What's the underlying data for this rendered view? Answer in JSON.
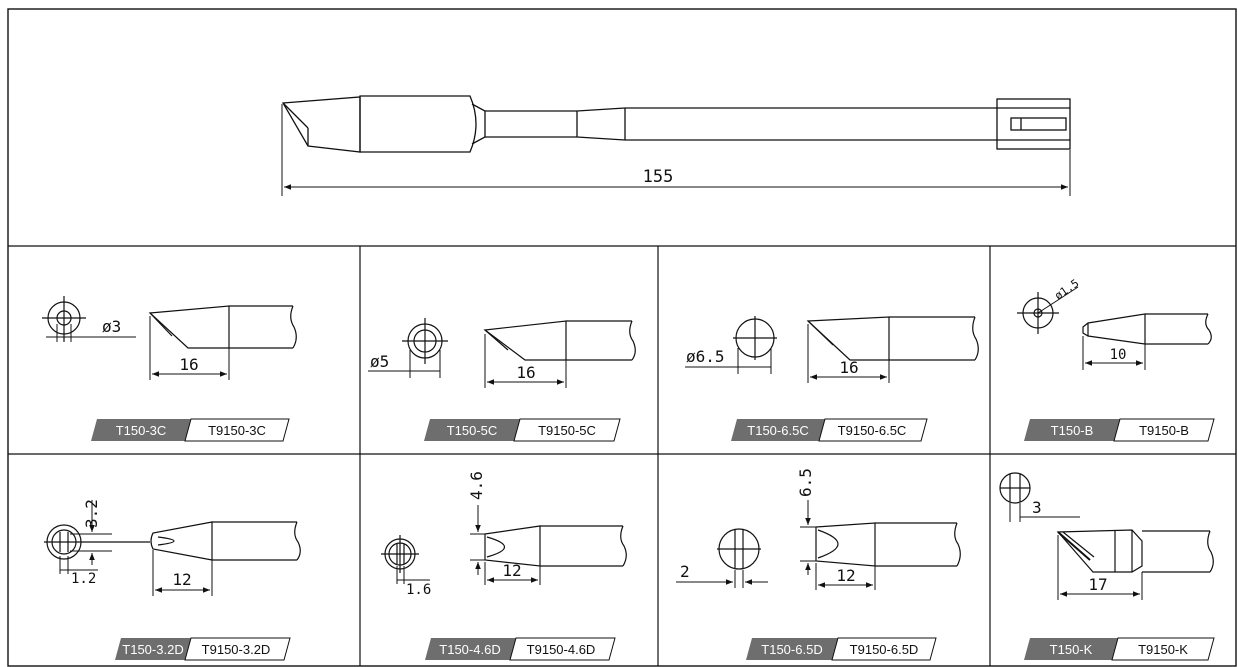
{
  "overall": {
    "length_label": "155"
  },
  "tips": [
    {
      "name_a": "T150-3C",
      "name_b": "T9150-3C",
      "dim_main": "16",
      "dim_detail": "ø3"
    },
    {
      "name_a": "T150-5C",
      "name_b": "T9150-5C",
      "dim_main": "16",
      "dim_detail": "ø5"
    },
    {
      "name_a": "T150-6.5C",
      "name_b": "T9150-6.5C",
      "dim_main": "16",
      "dim_detail": "ø6.5"
    },
    {
      "name_a": "T150-B",
      "name_b": "T9150-B",
      "dim_main": "10",
      "dim_detail": "ø1.5"
    },
    {
      "name_a": "T150-3.2D",
      "name_b": "T9150-3.2D",
      "dim_main": "12",
      "dim_detail": "3.2",
      "dim_detail2": "1.2"
    },
    {
      "name_a": "T150-4.6D",
      "name_b": "T9150-4.6D",
      "dim_main": "12",
      "dim_detail": "4.6",
      "dim_detail2": "1.6"
    },
    {
      "name_a": "T150-6.5D",
      "name_b": "T9150-6.5D",
      "dim_main": "12",
      "dim_detail": "6.5",
      "dim_detail2": "2"
    },
    {
      "name_a": "T150-K",
      "name_b": "T9150-K",
      "dim_main": "17",
      "dim_detail": "3"
    }
  ],
  "colors": {
    "line": "#111111",
    "tag_dark": "#6e6e6e",
    "tag_text_dark": "#ffffff",
    "tag_text_light": "#111111"
  }
}
